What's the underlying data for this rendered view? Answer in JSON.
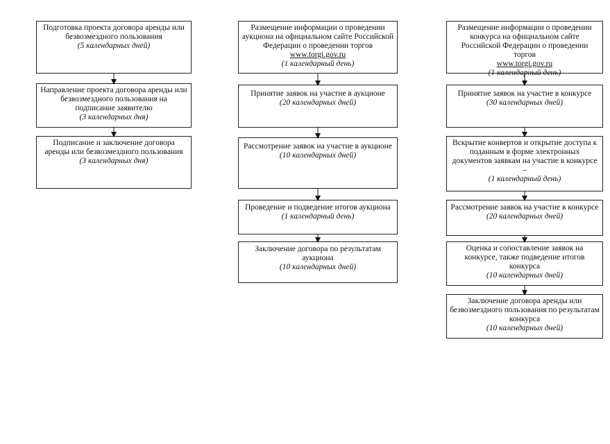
{
  "col1": [
    {
      "text": "Подготовка проекта договора аренды или безвозмездного пользования",
      "duration": "(5 календарных дней)"
    },
    {
      "text": "Направление проекта договора аренды или безвозмездного пользования на подписание заявителю",
      "duration": "(3 календарных дня)"
    },
    {
      "text": "Подписание и заключение договора аренды или безвозмездного пользования",
      "duration": "(3 календарных дня)"
    }
  ],
  "col2": [
    {
      "text": "Размещение информации о проведении аукциона на официальном сайте Российской Федерации о проведении торгов",
      "link": "www.torgi.gov.ru",
      "duration": "(1 календарный день)"
    },
    {
      "text": "Принятие заявок на участие в аукционе",
      "duration": "(20 календарных дней)"
    },
    {
      "text": "Рассмотрение заявок на участие в аукционе",
      "duration": "(10 календарных дней)"
    },
    {
      "text": "Проведение и подведение итогов аукциона",
      "duration": "(1 календарный день)"
    },
    {
      "text": "Заключение договора по результатам аукциона",
      "duration": "(10 календарных дней)"
    }
  ],
  "col3": [
    {
      "text": "Размещение информации о проведении конкурса на официальном сайте Российской Федерации о проведении торгов",
      "link": "www.torgi.gov.ru",
      "duration": "(1 календарный день)"
    },
    {
      "text": "Принятие заявок на участие в конкурсе",
      "duration": "(30 календарных дней)"
    },
    {
      "text": "Вскрытие конвертов и открытие доступа к поданным в форме электронных документов заявкам на участие в конкурсе –",
      "duration": "(1 календарный день)"
    },
    {
      "text": "Рассмотрение заявок на участие в конкурсе",
      "duration": "(20 календарных дней)"
    },
    {
      "text": "Оценка и сопоставление заявок на конкурсе, также подведение итогов конкурса",
      "duration": "(10 календарных дней)"
    },
    {
      "text": "Заключение договора аренды или безвозмездного пользования по результатам конкурса",
      "duration": "(10 календарных дней)"
    }
  ]
}
